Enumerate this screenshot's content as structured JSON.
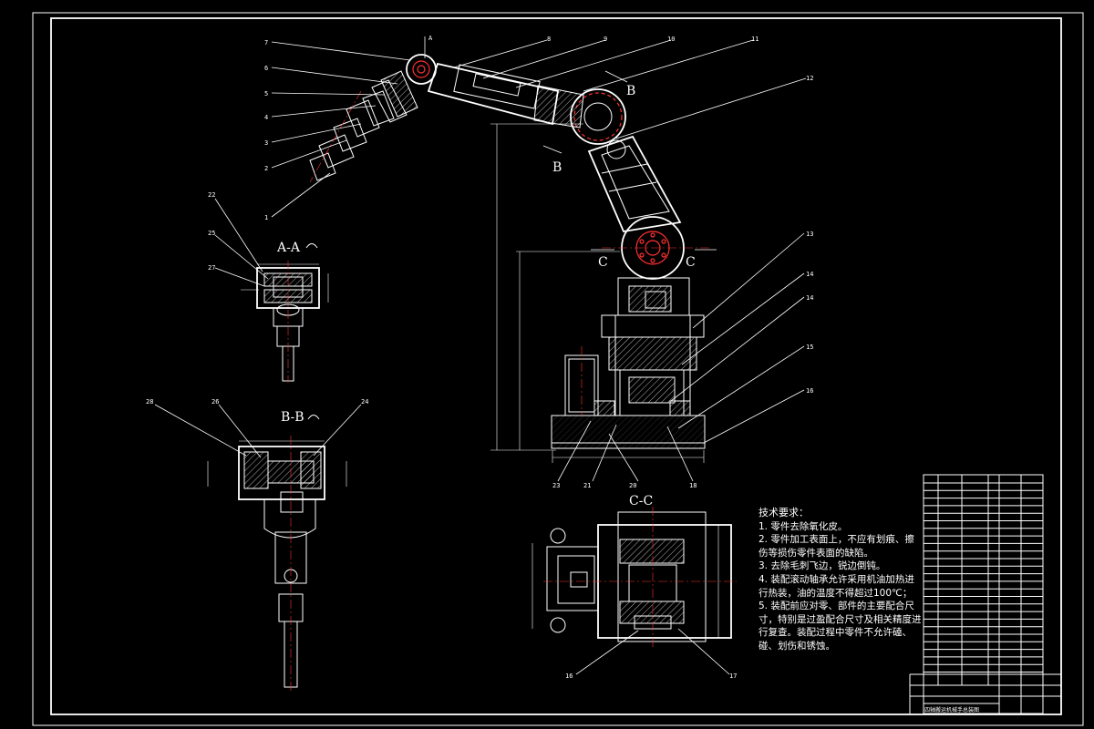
{
  "drawing": {
    "title_block_name": "四轴搬运机械手总装图",
    "part_numbers_left": [
      "7",
      "6",
      "5",
      "4",
      "3",
      "2",
      "1"
    ],
    "part_numbers_top": [
      "8",
      "9",
      "10",
      "11",
      "12"
    ],
    "part_numbers_right": [
      "13",
      "14",
      "14",
      "15",
      "16"
    ],
    "part_numbers_bottom": [
      "23",
      "21",
      "20",
      "18"
    ],
    "section_labels": {
      "aa": "A-A",
      "bb": "B-B",
      "cc": "C-C",
      "a_mark": "A",
      "b_mark": "B",
      "c_mark": "C"
    },
    "aa_callouts": [
      "22",
      "25",
      "27"
    ],
    "bb_callouts": [
      "28",
      "26",
      "24"
    ],
    "cc_callouts": [
      "16",
      "17"
    ]
  },
  "notes": {
    "title": "技术要求：",
    "items": [
      "1. 零件去除氧化皮。",
      "2. 零件加工表面上，不应有划痕、擦伤等损伤零件表面的缺陷。",
      "3. 去除毛刺飞边，锐边倒钝。",
      "4. 装配滚动轴承允许采用机油加热进行热装，油的温度不得超过100℃；",
      "5. 装配前应对零、部件的主要配合尺寸，特别是过盈配合尺寸及相关精度进行复查。装配过程中零件不允许磕、碰、划伤和锈蚀。"
    ]
  }
}
